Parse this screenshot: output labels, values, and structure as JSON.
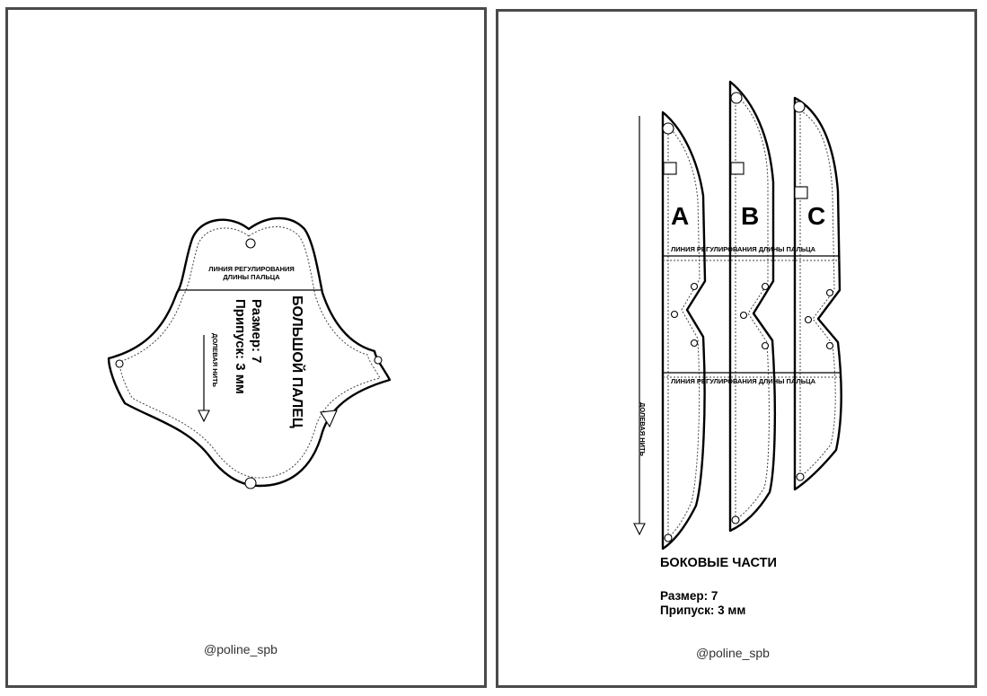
{
  "left_page": {
    "title": "БОЛЬШОЙ ПАЛЕЦ",
    "size": "Размер: 7",
    "allowance": "Припуск: 3 мм",
    "adjust_line": [
      "ЛИНИЯ РЕГУЛИРОВАНИЯ",
      "ДЛИНЫ ПАЛЬЦА"
    ],
    "grain": "ДОЛЕВАЯ НИТЬ",
    "handle": "@poline_spb"
  },
  "right_page": {
    "letters": [
      "A",
      "B",
      "C"
    ],
    "adjust_line": "ЛИНИЯ РЕГУЛИРОВАНИЯ ДЛИНЫ ПАЛЬЦА",
    "grain": "ДОЛЕВАЯ НИТЬ",
    "title": "БОКОВЫЕ ЧАСТИ",
    "size": "Размер: 7",
    "allowance": "Припуск: 3 мм",
    "handle": "@poline_spb"
  }
}
